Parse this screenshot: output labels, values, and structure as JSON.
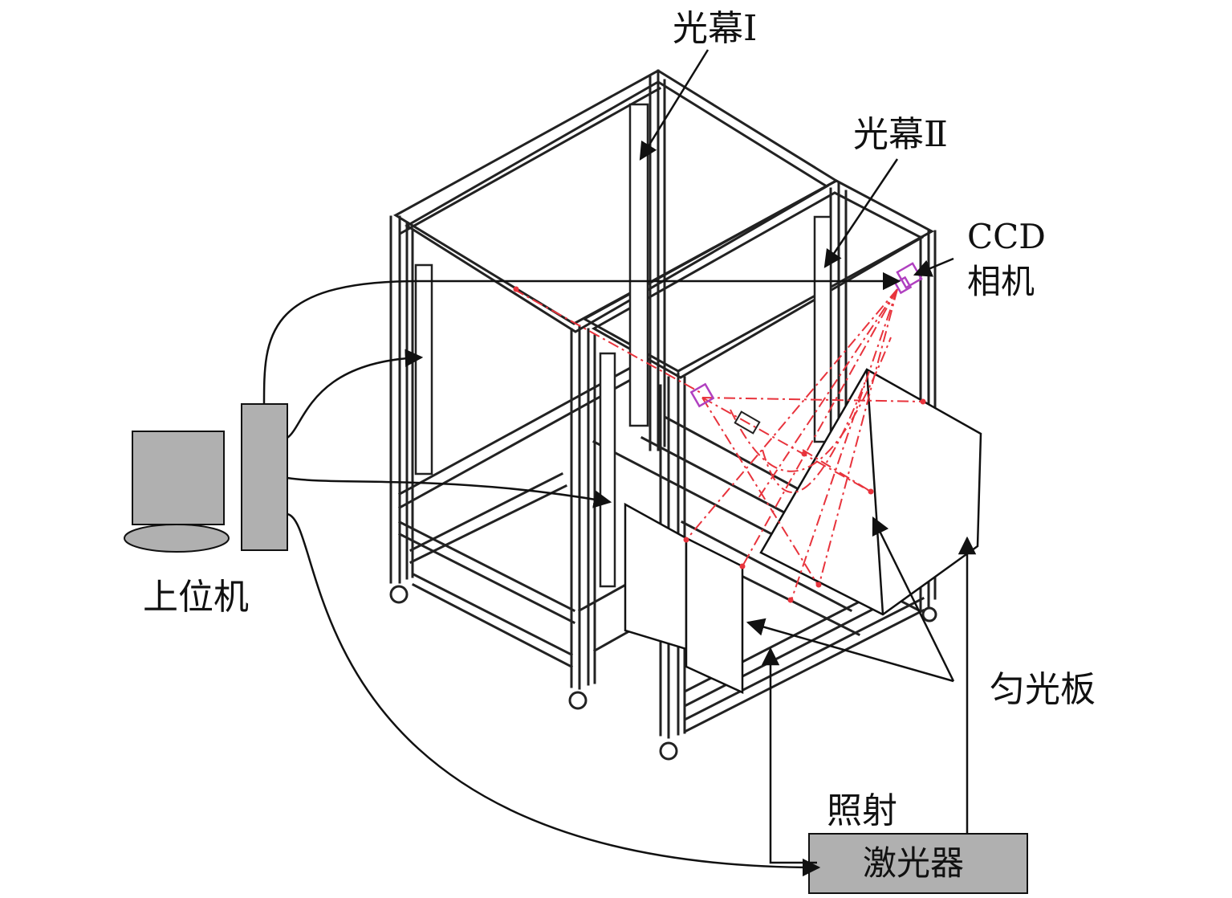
{
  "labels": {
    "screen1": "光幕Ⅰ",
    "screen2": "光幕Ⅱ",
    "ccd_line1": "CCD",
    "ccd_line2": "相机",
    "host": "上位机",
    "diffuser": "匀光板",
    "irradiate": "照射",
    "laser": "激光器"
  },
  "colors": {
    "frame": "#222222",
    "device_gray": "#b0b0b0",
    "laser_beam": "#e8333c",
    "camera": "#b040c0"
  }
}
